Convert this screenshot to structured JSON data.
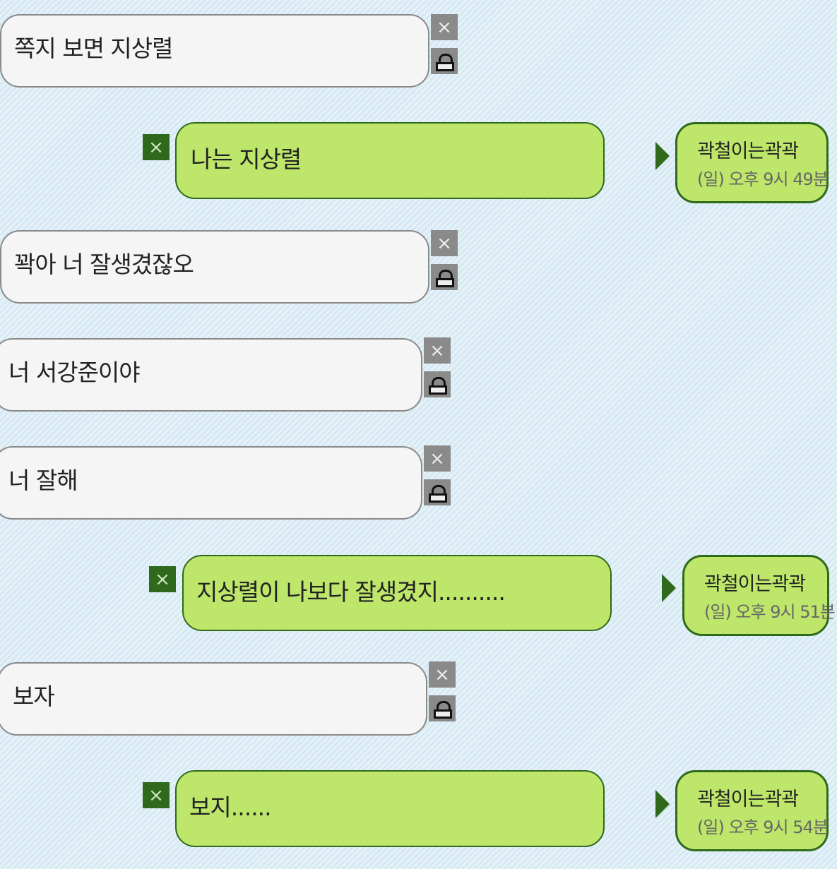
{
  "messages": [
    {
      "side": "other",
      "text": "쪽지 보면 지상렬"
    },
    {
      "side": "me",
      "text": "나는 지상렬",
      "sender": "곽철이는곽곽",
      "time": "(일) 오후 9시 49분"
    },
    {
      "side": "other",
      "text": "꽉아 너 잘생겼잖오"
    },
    {
      "side": "other",
      "text": "너 서강준이야"
    },
    {
      "side": "other",
      "text": "너 잘해"
    },
    {
      "side": "me",
      "text": "지상렬이 나보다 잘생겼지..........",
      "sender": "곽철이는곽곽",
      "time": "(일) 오후 9시 51분"
    },
    {
      "side": "other",
      "text": "보자"
    },
    {
      "side": "me",
      "text": "보지......",
      "sender": "곽철이는곽곽",
      "time": "(일) 오후 9시 54분"
    }
  ],
  "icons": {
    "delete": "×"
  }
}
